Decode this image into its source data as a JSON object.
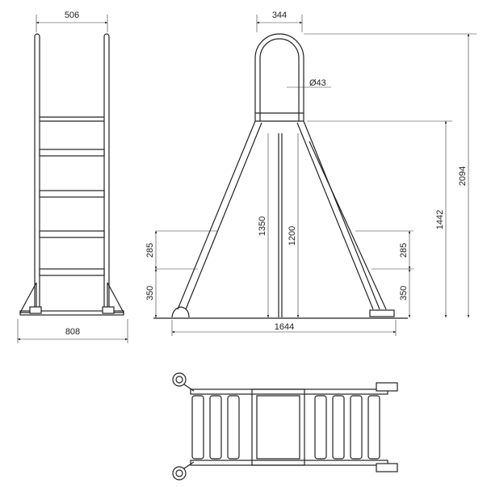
{
  "front_view": {
    "width_top": "506",
    "width_base": "808"
  },
  "side_view": {
    "handle_width": "344",
    "tube_diameter": "Ø43",
    "total_height": "2094",
    "platform_height": "1442",
    "rail_height_outer": "1350",
    "rail_height_inner": "1200",
    "step_spacing_left": "285",
    "first_step_left": "350",
    "step_spacing_right": "285",
    "first_step_right": "350",
    "base_length": "1644"
  },
  "colors": {
    "line": "#222222",
    "background": "#ffffff"
  }
}
